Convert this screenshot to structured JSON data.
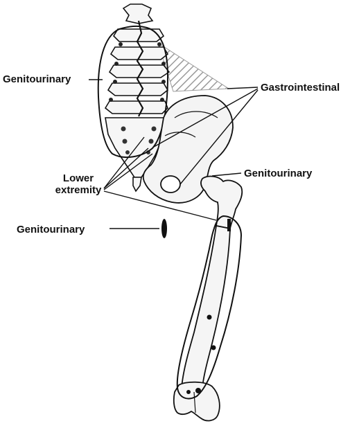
{
  "labels": {
    "genitourinary_spine": "Genitourinary",
    "gastrointestinal": "Gastrointestinal",
    "genitourinary_hip": "Genitourinary",
    "lower_extremity_line1": "Lower",
    "lower_extremity_line2": "extremity",
    "genitourinary_small": "Genitourinary"
  },
  "colors": {
    "ink": "#111111",
    "bone_fill": "#f6f6f6",
    "bone_shadow": "#c9c9c9",
    "hatch": "#9a9a9a"
  }
}
